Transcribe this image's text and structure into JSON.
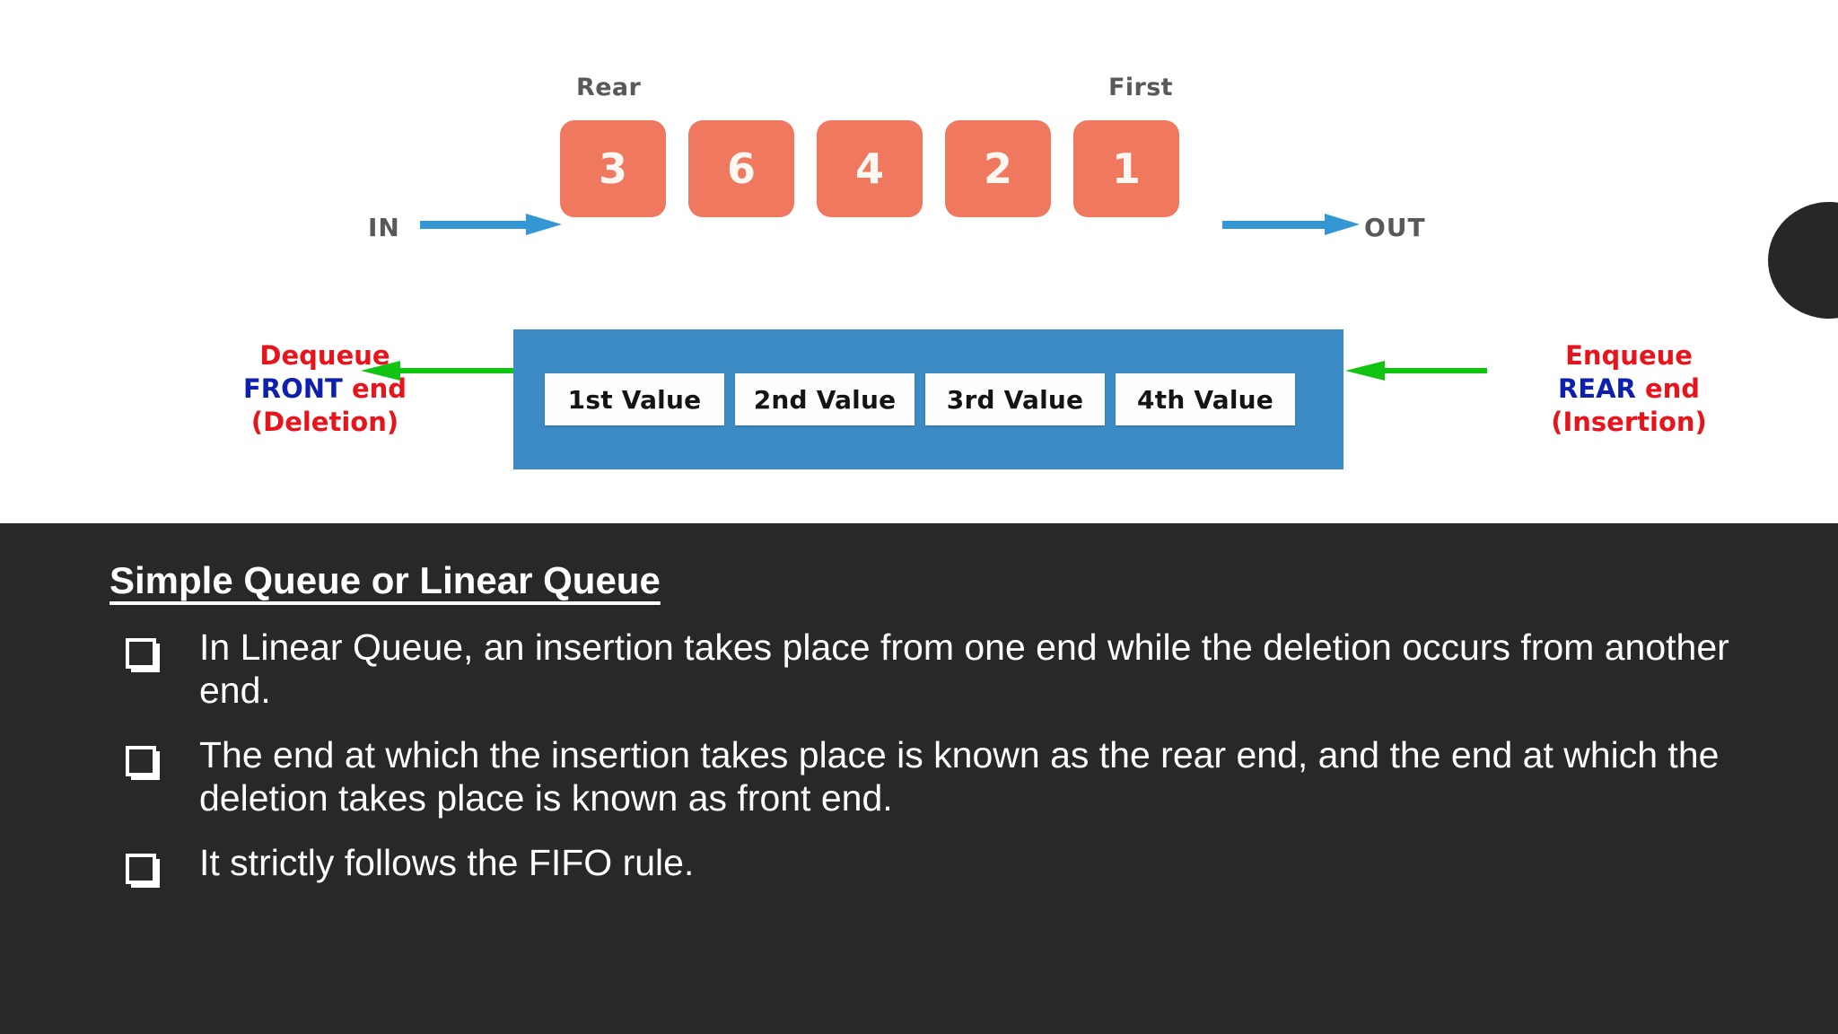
{
  "colors": {
    "cell_orange": "#F0785F",
    "queue_blue": "#3D8BC4",
    "arrow_blue": "#3497D3",
    "arrow_green": "#12C412",
    "label_red": "#E8141C",
    "label_blue": "#0D1FAF",
    "notes_bg": "#282829",
    "diagram_bg": "#FFFFFF"
  },
  "fifo_diagram": {
    "rear_label": "Rear",
    "first_label": "First",
    "in_label": "IN",
    "out_label": "OUT",
    "in_arrow_icon": "arrow-right-icon",
    "out_arrow_icon": "arrow-right-icon",
    "cells": [
      "3",
      "6",
      "4",
      "2",
      "1"
    ]
  },
  "queue_diagram": {
    "left_label": {
      "line1": "Dequeue",
      "line2_strong": "FRONT",
      "line2_rest": " end",
      "line3": "(Deletion)"
    },
    "right_label": {
      "line1": "Enqueue",
      "line2_strong": "REAR",
      "line2_rest": " end",
      "line3": "(Insertion)"
    },
    "left_arrow_icon": "arrow-left-icon",
    "right_arrow_icon": "arrow-left-icon",
    "values": [
      "1st Value",
      "2nd Value",
      "3rd Value",
      "4th Value"
    ]
  },
  "notes": {
    "title": "Simple Queue or Linear Queue",
    "bullet_icon": "hollow-square-bullet-icon",
    "bullets": [
      "In Linear Queue, an insertion takes place from one end while the deletion occurs from another end.",
      "The end at which the insertion takes place is known as the rear end, and the end at which the deletion takes place is known as front end.",
      " It strictly follows the FIFO rule."
    ]
  }
}
